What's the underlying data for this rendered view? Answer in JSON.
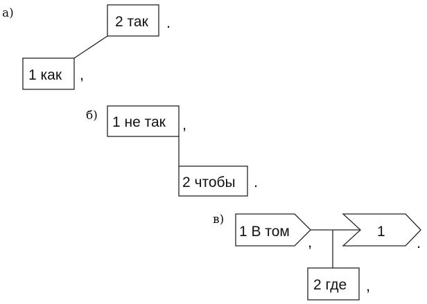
{
  "diagrams": {
    "a": {
      "label": "а)",
      "main_clause": "2 так",
      "main_punct": ".",
      "sub_clause": "1 как",
      "sub_punct": ","
    },
    "b": {
      "label": "б)",
      "main_clause": "1 не так",
      "main_punct": ",",
      "sub_clause": "2 чтобы",
      "sub_punct": "."
    },
    "v": {
      "label": "в)",
      "main_part1": "1 В том",
      "main_part1_punct": ",",
      "main_part2": "1",
      "main_part2_punct": ".",
      "sub_clause": "2 где",
      "sub_punct": ","
    }
  }
}
